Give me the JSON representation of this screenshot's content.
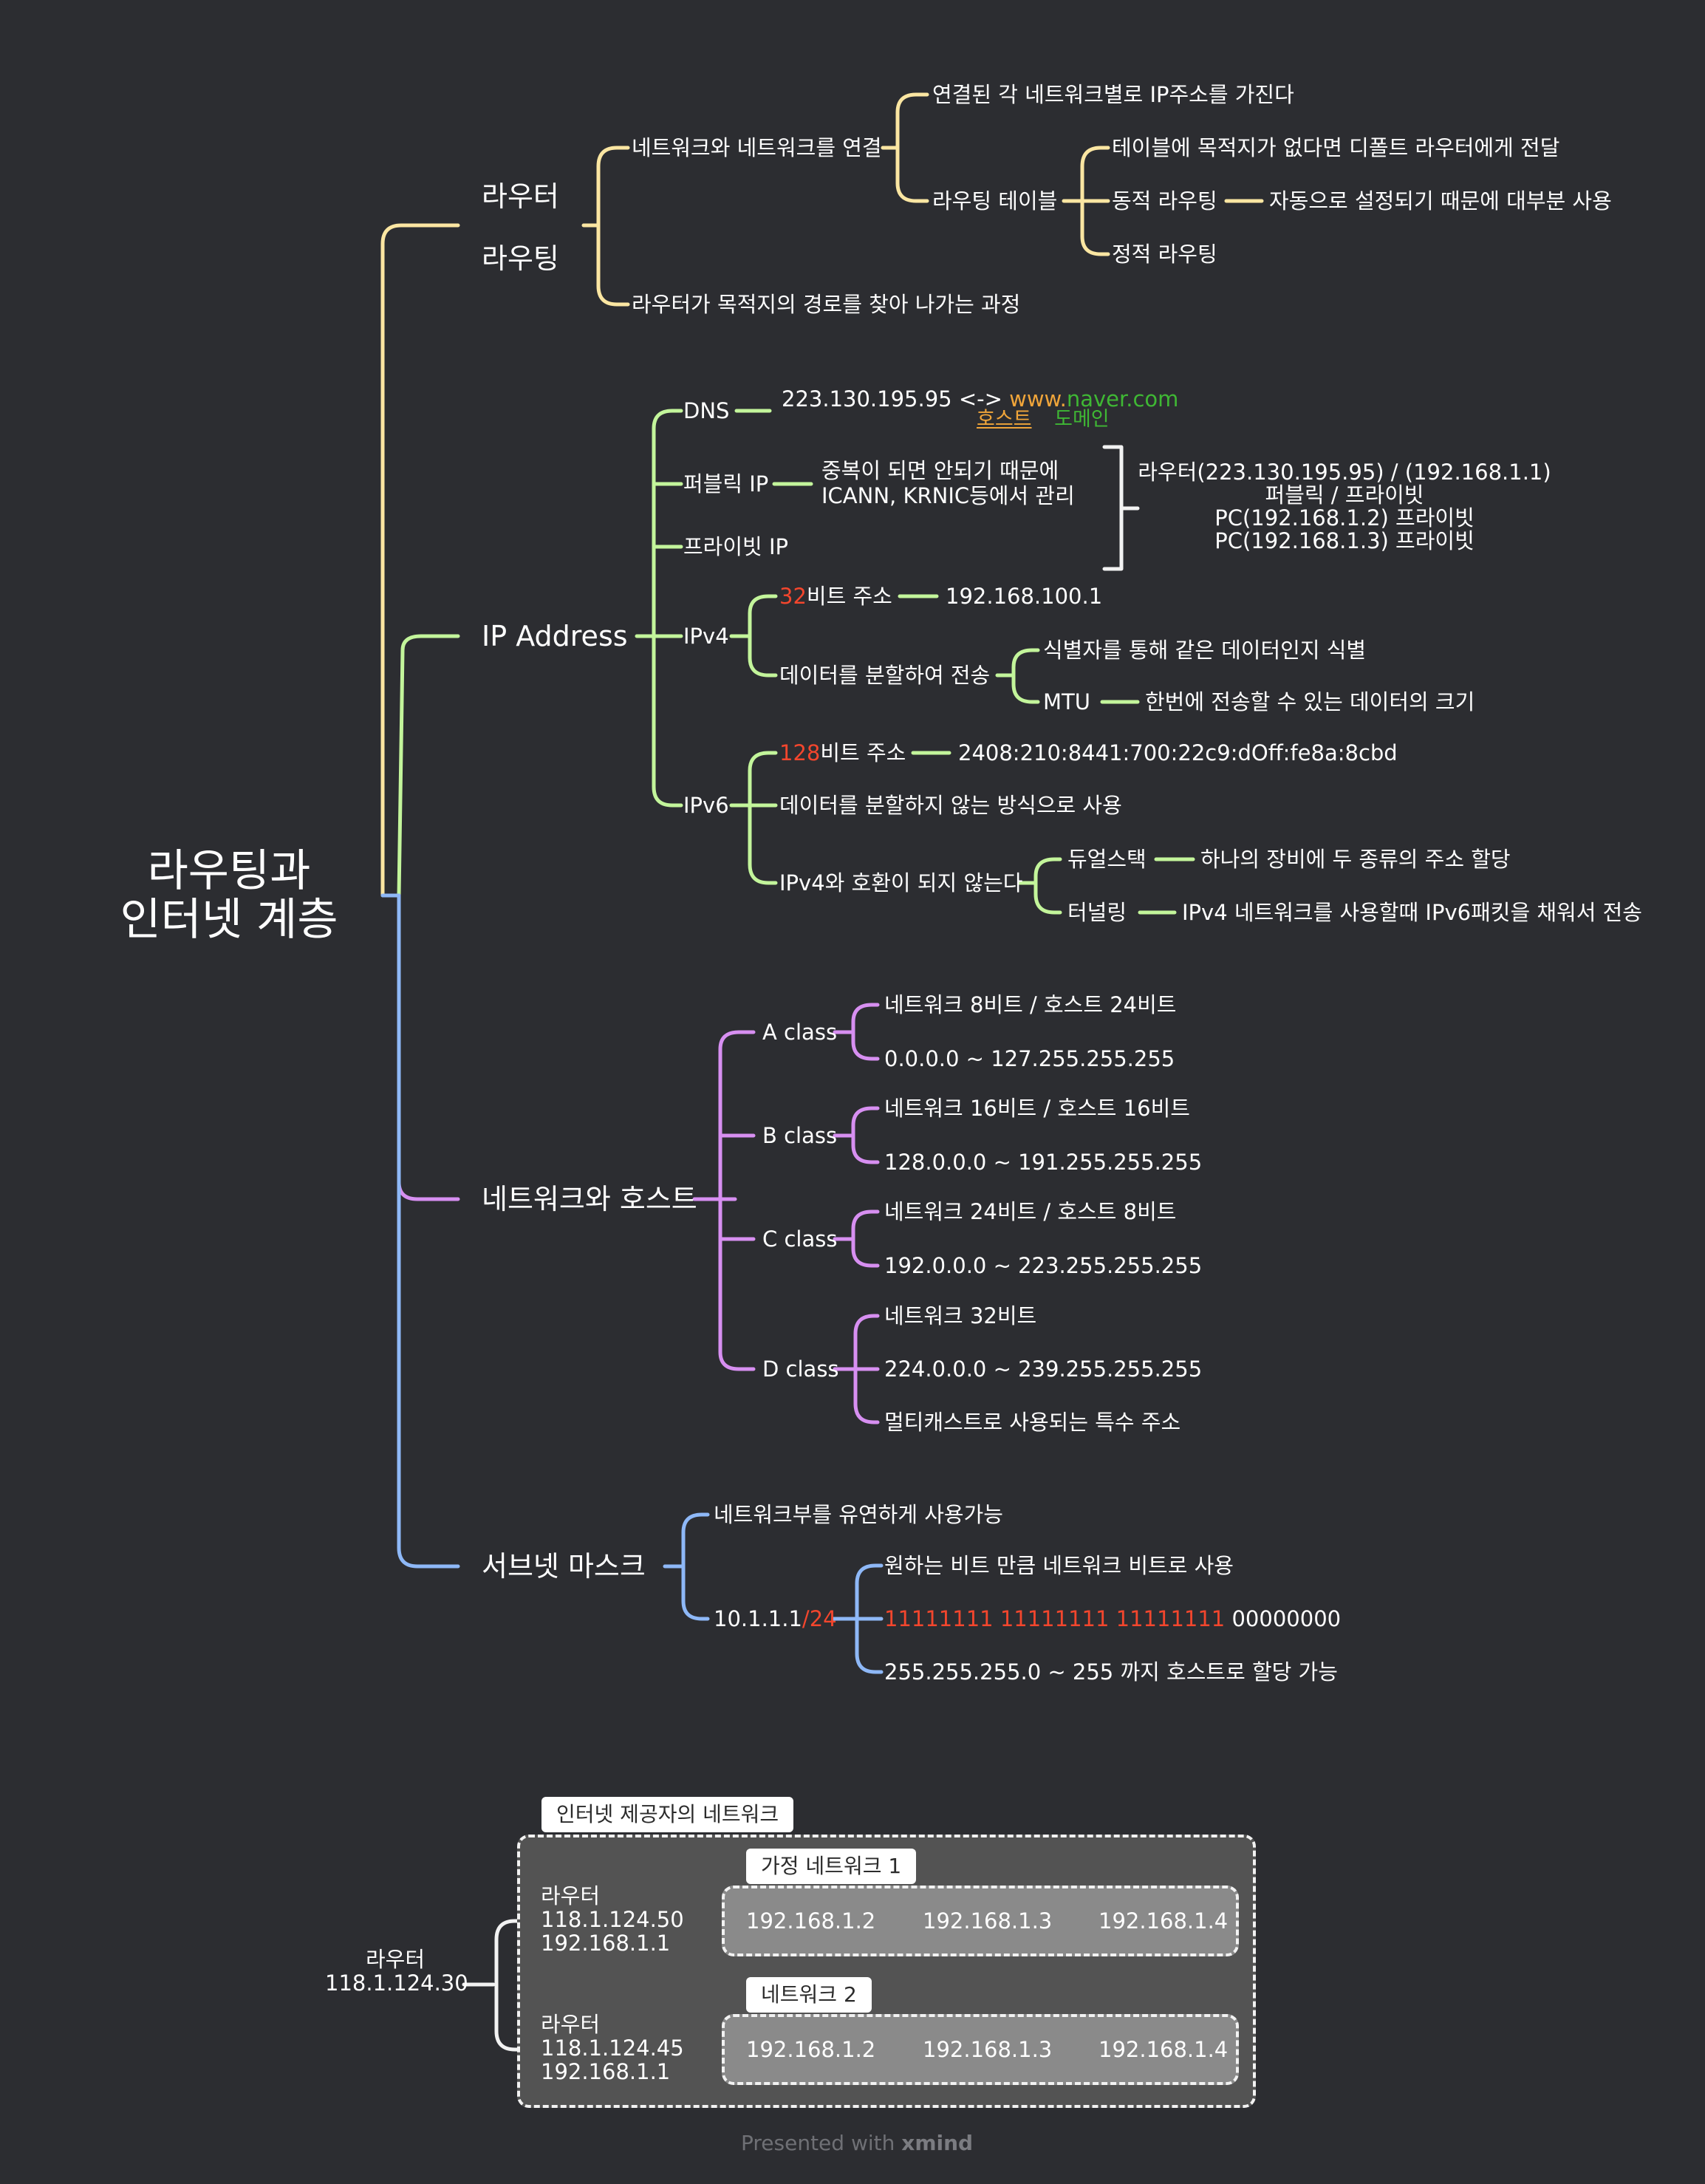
{
  "root": {
    "line1": "라우팅과",
    "line2": "인터넷 계층"
  },
  "colors": {
    "yellow": "#fbe6a2",
    "green": "#c3f59b",
    "purple": "#d78ff1",
    "blue": "#8eb8f7",
    "white": "#f2f2f2",
    "red_text": "#f3462d",
    "orange_text": "#f0a53a",
    "green_text": "#3fb734"
  },
  "router": {
    "title1": "라우터",
    "title2": "라우팅",
    "connect": "네트워크와 네트워크를 연결",
    "connect_ip": "연결된 각 네트워크별로 IP주소를 가진다",
    "table": "라우팅 테이블",
    "default": "테이블에 목적지가 없다면 디폴트 라우터에게 전달",
    "dynamic": "동적 라우팅",
    "dynamic_desc": "자동으로 설정되기 때문에 대부분 사용",
    "static": "정적 라우팅",
    "path": "라우터가 목적지의 경로를 찾아 나가는 과정"
  },
  "ip": {
    "title": "IP Address",
    "dns": "DNS",
    "dns_ip": "223.130.195.95 <-> ",
    "dns_www": "www.",
    "dns_domain": "naver.com",
    "dns_host_label": "호스트",
    "dns_domain_label": "도메인",
    "public": "퍼블릭 IP",
    "public_desc1": "중복이 되면 안되기 때문에",
    "public_desc2": "ICANN, KRNIC등에서 관리",
    "private": "프라이빗 IP",
    "note1": "라우터(223.130.195.95) / (192.168.1.1)",
    "note2": "퍼블릭 / 프라이빗",
    "note3": "PC(192.168.1.2) 프라이빗",
    "note4": "PC(192.168.1.3) 프라이빗",
    "ipv4": "IPv4",
    "ipv4_bits_num": "32",
    "ipv4_bits_text": "비트 주소",
    "ipv4_example": "192.168.100.1",
    "ipv4_split": "데이터를 분할하여 전송",
    "ipv4_ident": "식별자를 통해 같은 데이터인지 식별",
    "mtu": "MTU",
    "mtu_desc": "한번에 전송할 수 있는 데이터의 크기",
    "ipv6": "IPv6",
    "ipv6_bits_num": "128",
    "ipv6_bits_text": "비트 주소",
    "ipv6_example": "2408:210:8441:700:22c9:dOff:fe8a:8cbd",
    "ipv6_nosplit": "데이터를 분할하지 않는 방식으로 사용",
    "ipv6_compat": "IPv4와 호환이 되지 않는다",
    "dual": "듀얼스택",
    "dual_desc": "하나의 장비에 두 종류의 주소 할당",
    "tunnel": "터널링",
    "tunnel_desc": "IPv4 네트워크를 사용할때 IPv6패킷을 채워서 전송"
  },
  "nethost": {
    "title": "네트워크와 호스트",
    "a": "A class",
    "a1": "네트워크 8비트 / 호스트 24비트",
    "a2": "0.0.0.0 ~ 127.255.255.255",
    "b": "B class",
    "b1": "네트워크 16비트 / 호스트 16비트",
    "b2": "128.0.0.0 ~ 191.255.255.255",
    "c": "C class",
    "c1": "네트워크 24비트 / 호스트 8비트",
    "c2": "192.0.0.0 ~ 223.255.255.255",
    "d": "D class",
    "d1": "네트워크 32비트",
    "d2": "224.0.0.0 ~ 239.255.255.255",
    "d3": "멀티캐스트로 사용되는 특수 주소"
  },
  "subnet": {
    "title": "서브넷 마스크",
    "flex": "네트워크부를 유연하게 사용가능",
    "cidr_ip": "10.1.1.1",
    "cidr_suffix": "/24",
    "bits": "원하는 비트 만큼 네트워크 비트로 사용",
    "mask_ones": "11111111 11111111 11111111",
    "mask_zeros": " 00000000",
    "host": "255.255.255.0 ~ 255 까지 호스트로 할당 가능"
  },
  "network_diagram": {
    "isp_label": "인터넷 제공자의 네트워크",
    "top_router": {
      "name": "라우터",
      "ip": "118.1.124.30"
    },
    "router1": {
      "name": "라우터",
      "ip1": "118.1.124.50",
      "ip2": "192.168.1.1"
    },
    "router2": {
      "name": "라우터",
      "ip1": "118.1.124.45",
      "ip2": "192.168.1.1"
    },
    "home1_label": "가정 네트워크 1",
    "home2_label": "네트워크 2",
    "hosts1": [
      "192.168.1.2",
      "192.168.1.3",
      "192.168.1.4"
    ],
    "hosts2": [
      "192.168.1.2",
      "192.168.1.3",
      "192.168.1.4"
    ]
  },
  "footer": {
    "presented": "Presented with ",
    "brand": "xmind"
  }
}
